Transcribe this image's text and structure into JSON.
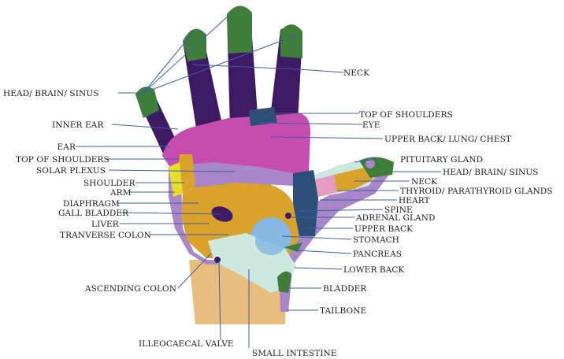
{
  "labels": {
    "head_brain_sinus_left": "HEAD/ BRAIN/ SINUS",
    "neck_top": "NECK",
    "inner_ear": "INNER EAR",
    "top_of_shoulders_right": "TOP OF SHOULDERS",
    "eye": "EYE",
    "upper_back_lung_chest": "UPPER BACK/ LUNG/ CHEST",
    "ear": "EAR",
    "top_of_shoulders_left": "TOP OF SHOULDERS",
    "solar_plexus": "SOLAR PLEXUS",
    "pituitary_gland": "PITUITARY GLAND",
    "head_brain_sinus_right": "HEAD/ BRAIN/ SINUS",
    "shoulder": "SHOULDER",
    "neck_right": "NECK",
    "arm": "ARM",
    "thyroid_parathyroid": "THYROID/ PARATHYROID GLANDS",
    "heart": "HEART",
    "diaphragm": "DIAPHRAGM",
    "spine": "SPINE",
    "gall_bladder": "GALL BLADDER",
    "adrenal_gland": "ADRENAL GLAND",
    "liver": "LIVER",
    "upper_back": "UPPER BACK",
    "tranverse_colon": "TRANVERSE COLON",
    "stomach": "STOMACH",
    "pancreas": "PANCREAS",
    "lower_back": "LOWER BACK",
    "ascending_colon": "ASCENDING COLON",
    "bladder": "BLADDER",
    "tailbone": "TAILBONE",
    "illeocaecal_valve": "ILLEOCAECAL VALVE",
    "small_intestine": "SMALL INTESTINE"
  },
  "colors": {
    "fingertip_green": "#3f7d3a",
    "finger_purple": "#3d1a63",
    "palm_magenta": "#c74cb0",
    "lilac": "#a985c9",
    "gold": "#d9a22b",
    "skin": "#e8bd7e",
    "mint": "#cde8de",
    "light_blue": "#86b8e2",
    "navy": "#2e4e7a",
    "pink": "#e59cc2",
    "yellow": "#e6df2a",
    "line_blue": "#3a5fa8"
  }
}
